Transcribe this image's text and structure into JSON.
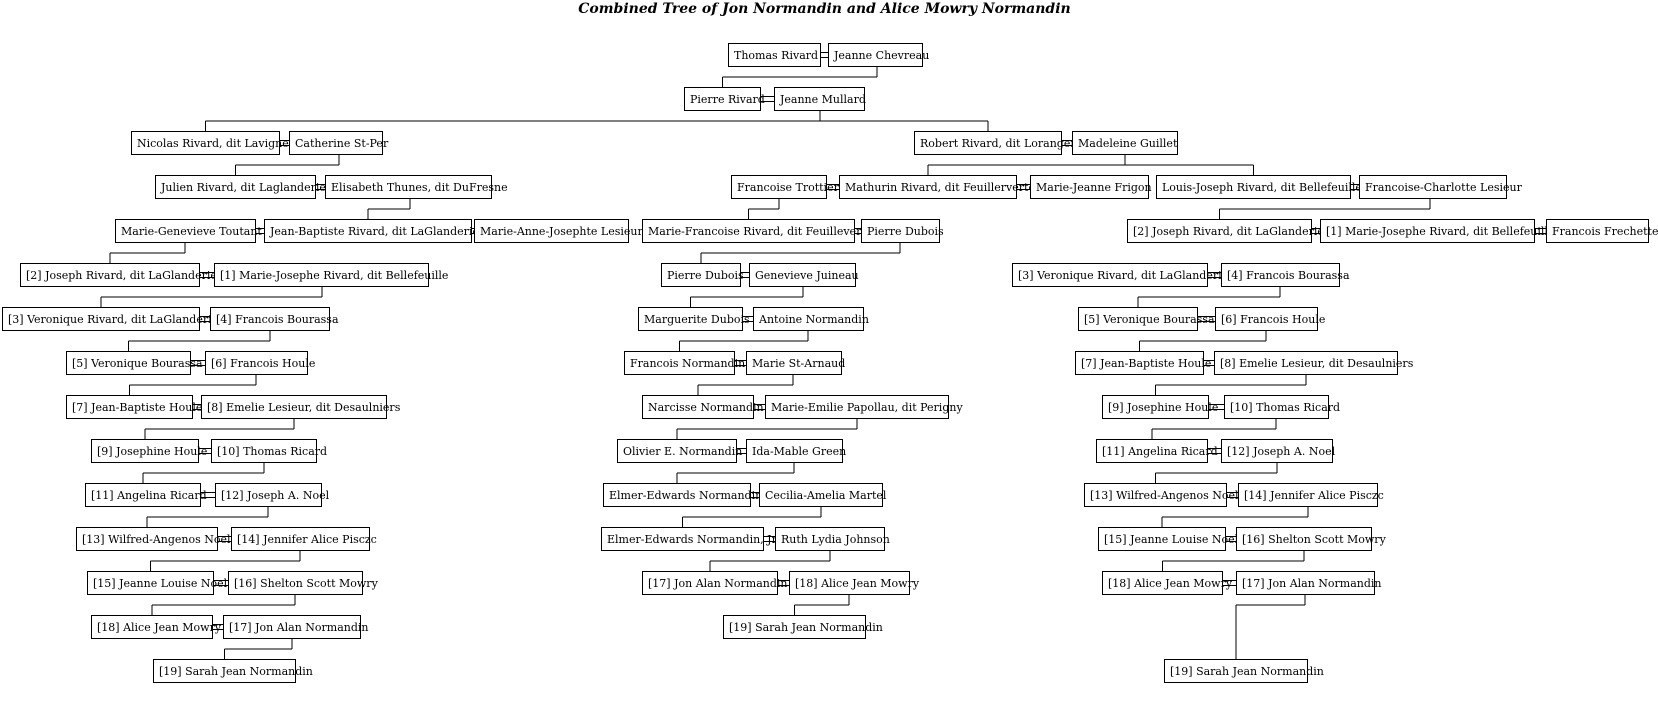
{
  "title": "Combined Tree of Jon Normandin and Alice Mowry Normandin",
  "people": {
    "p1": "Thomas Rivard",
    "p2": "Jeanne Chevreau",
    "p3": "Pierre Rivard",
    "p4": "Jeanne Mullard",
    "p5": "Nicolas Rivard, dit Lavigne",
    "p6": "Catherine St-Per",
    "p7": "Robert Rivard, dit Loranger",
    "p8": "Madeleine Guillet",
    "p9": "Julien Rivard, dit Laglanderie",
    "p10": "Elisabeth Thunes, dit DuFresne",
    "p11": "Francoise Trottier",
    "p12": "Mathurin Rivard, dit Feuillerverte",
    "p13": "Marie-Jeanne Frigon",
    "p14": "Louis-Joseph Rivard, dit Bellefeuille",
    "p15": "Francoise-Charlotte Lesieur",
    "p16": "Marie-Genevieve Toutant",
    "p17": "Jean-Baptiste Rivard, dit LaGlanderie",
    "p18": "Marie-Anne-Josephte Lesieur",
    "p19": "Marie-Francoise Rivard, dit Feuilleverte",
    "p20": "Pierre Dubois",
    "p21": "[2] Joseph Rivard, dit LaGlanderie",
    "p22": "[1] Marie-Josephe Rivard, dit Bellefeuille",
    "p23": "Francois Frechette",
    "p24": "[2] Joseph Rivard, dit LaGlanderie",
    "p25": "[1] Marie-Josephe Rivard, dit Bellefeuille",
    "p26": "Pierre Dubois",
    "p27": "Genevieve Juineau",
    "p28": "[3] Veronique Rivard, dit LaGlanderie",
    "p29": "[4] Francois Bourassa",
    "p30": "[3] Veronique Rivard, dit LaGlanderie",
    "p31": "[4] Francois Bourassa",
    "p32": "Marguerite Dubois",
    "p33": "Antoine Normandin",
    "p34": "[5] Veronique Bourassa",
    "p35": "[6] Francois Houle",
    "p36": "[5] Veronique Bourassa",
    "p37": "[6] Francois Houle",
    "p38": "Francois Normandin",
    "p39": "Marie St-Arnaud",
    "p40": "[7] Jean-Baptiste Houle",
    "p41": "[8] Emelie Lesieur, dit Desaulniers",
    "p42": "[7] Jean-Baptiste Houle",
    "p43": "[8] Emelie Lesieur, dit Desaulniers",
    "p44": "Narcisse Normandin",
    "p45": "Marie-Emilie Papollau, dit Perigny",
    "p46": "[9] Josephine Houle",
    "p47": "[10] Thomas Ricard",
    "p48": "[9] Josephine Houle",
    "p49": "[10] Thomas Ricard",
    "p50": "Olivier E. Normandin",
    "p51": "Ida-Mable Green",
    "p52": "[11] Angelina Ricard",
    "p53": "[12] Joseph A. Noel",
    "p54": "[11] Angelina Ricard",
    "p55": "[12] Joseph A. Noel",
    "p56": "Elmer-Edwards Normandin",
    "p57": "Cecilia-Amelia Martel",
    "p58": "[13] Wilfred-Angenos Noel",
    "p59": "[14] Jennifer Alice Pisczc",
    "p60": "[13] Wilfred-Angenos Noel",
    "p61": "[14] Jennifer Alice Pisczc",
    "p62": "Elmer-Edwards Normandin, Jr.",
    "p63": "Ruth Lydia Johnson",
    "p64": "[15] Jeanne Louise Noel",
    "p65": "[16] Shelton Scott Mowry",
    "p66": "[15] Jeanne Louise Noel",
    "p67": "[16] Shelton Scott Mowry",
    "p68": "[17] Jon Alan Normandin",
    "p69": "[18] Alice Jean Mowry",
    "p70": "[18] Alice Jean Mowry",
    "p71": "[17] Jon Alan Normandin",
    "p72": "[18] Alice Jean Mowry",
    "p73": "[17] Jon Alan Normandin",
    "p74": "[19] Sarah Jean Normandin",
    "p75": "[19] Sarah Jean Normandin",
    "p76": "[19] Sarah Jean Normandin"
  }
}
